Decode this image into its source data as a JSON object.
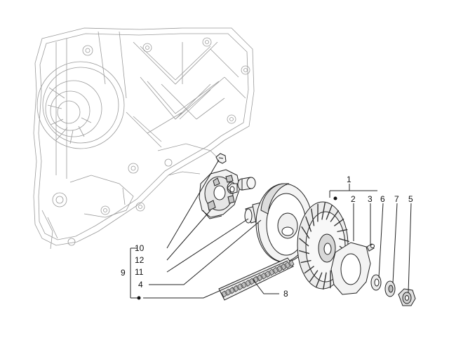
{
  "callouts": {
    "c1": "1",
    "c2": "2",
    "c3": "3",
    "c4": "4",
    "c5": "5",
    "c6": "6",
    "c7": "7",
    "c8": "8",
    "c9": "9",
    "c10": "10",
    "c11": "11",
    "c12": "12"
  },
  "colors": {
    "line": "#222222",
    "housing": "#9a9a9a",
    "part_fill": "#f2f2f2",
    "shade": "#c8c8c8"
  }
}
